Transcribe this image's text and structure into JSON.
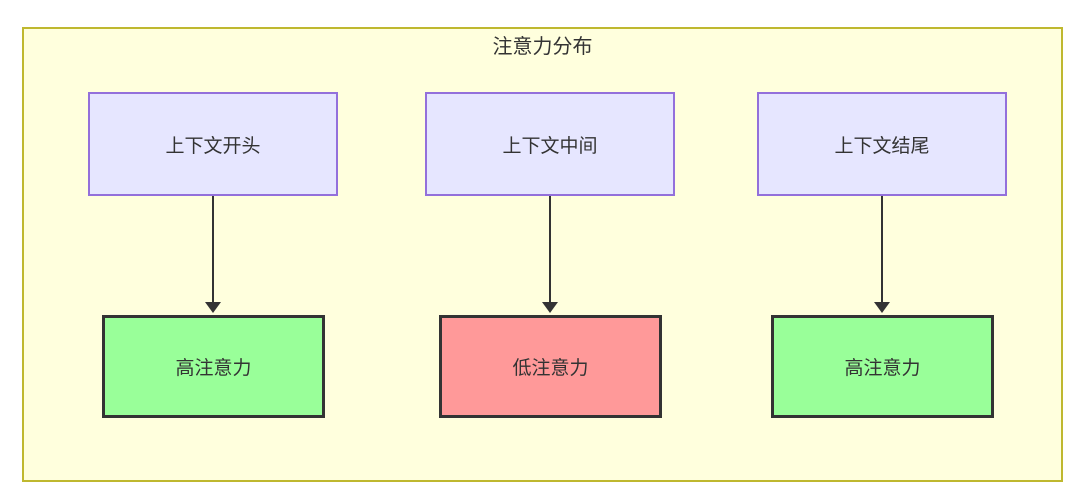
{
  "diagram": {
    "title": "注意力分布",
    "frame_fill": "#ffffdd",
    "frame_border": "#bfb82f",
    "context_nodes": [
      {
        "id": "ctx-start",
        "label": "上下文开头",
        "fill": "#e6e6ff",
        "border": "#9370db"
      },
      {
        "id": "ctx-middle",
        "label": "上下文中间",
        "fill": "#e6e6ff",
        "border": "#9370db"
      },
      {
        "id": "ctx-end",
        "label": "上下文结尾",
        "fill": "#e6e6ff",
        "border": "#9370db"
      }
    ],
    "attention_nodes": [
      {
        "id": "attn-high-start",
        "label": "高注意力",
        "fill": "#99ff99",
        "border": "#333333"
      },
      {
        "id": "attn-low-middle",
        "label": "低注意力",
        "fill": "#ff9999",
        "border": "#333333"
      },
      {
        "id": "attn-high-end",
        "label": "高注意力",
        "fill": "#99ff99",
        "border": "#333333"
      }
    ],
    "edges": [
      {
        "from": "ctx-start",
        "to": "attn-high-start",
        "label": ""
      },
      {
        "from": "ctx-middle",
        "to": "attn-low-middle",
        "label": ""
      },
      {
        "from": "ctx-end",
        "to": "attn-high-end",
        "label": ""
      }
    ]
  }
}
